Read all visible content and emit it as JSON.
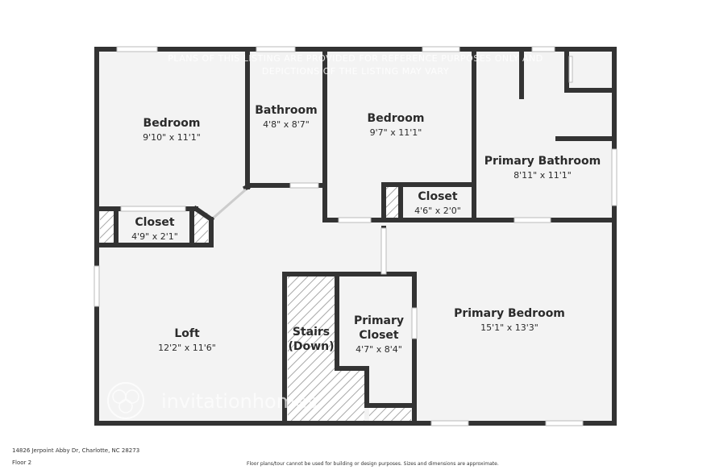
{
  "colors": {
    "wall": "#333333",
    "floor": "#f3f3f3",
    "window": "#ffffff",
    "hatch": "#a8a8a8"
  },
  "watermark": {
    "line1": "PLANS OF THIS LISTING ARE PROVIDED FOR REFERENCE PURPOSES ONLY AND",
    "line2": "DEPICTIONS OF THE LISTING MAY VARY",
    "logo_text": "invitationhomes"
  },
  "rooms": {
    "bedroom1": {
      "name": "Bedroom",
      "dims": "9'10\" x 11'1\""
    },
    "bathroom": {
      "name": "Bathroom",
      "dims": "4'8\" x 8'7\""
    },
    "bedroom2": {
      "name": "Bedroom",
      "dims": "9'7\" x 11'1\""
    },
    "primary_bathroom": {
      "name": "Primary Bathroom",
      "dims": "8'11\" x 11'1\""
    },
    "closet1": {
      "name": "Closet",
      "dims": "4'9\" x 2'1\""
    },
    "closet2": {
      "name": "Closet",
      "dims": "4'6\" x 2'0\""
    },
    "loft": {
      "name": "Loft",
      "dims": "12'2\" x 11'6\""
    },
    "stairs": {
      "line1": "Stairs",
      "line2": "(Down)"
    },
    "primary_closet": {
      "line1": "Primary",
      "line2": "Closet",
      "dims": "4'7\" x 8'4\""
    },
    "primary_bedroom": {
      "name": "Primary Bedroom",
      "dims": "15'1\" x 13'3\""
    }
  },
  "footer": {
    "address": "14826 Jerpoint Abby Dr, Charlotte, NC 28273",
    "floor": "Floor 2",
    "disclaimer": "Floor plans/tour cannot be used for building or design purposes. Sizes and dimensions are approximate."
  }
}
